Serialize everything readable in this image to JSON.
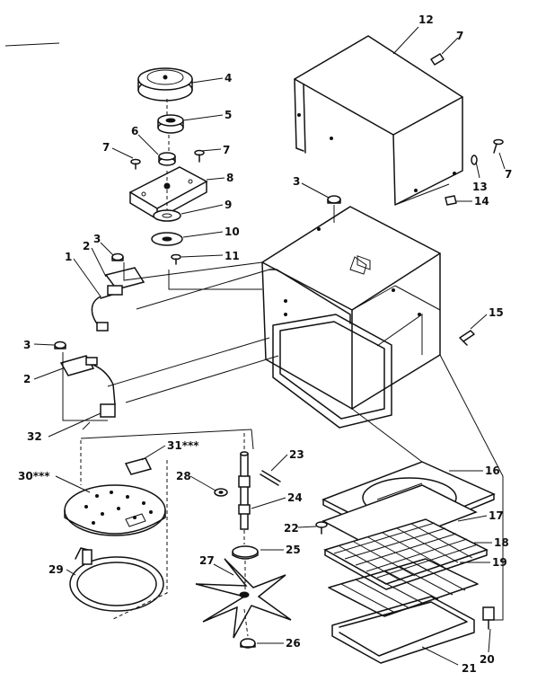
{
  "callouts": [
    {
      "id": "c4",
      "text": "4"
    },
    {
      "id": "c5",
      "text": "5"
    },
    {
      "id": "c6",
      "text": "6"
    },
    {
      "id": "c7a",
      "text": "7"
    },
    {
      "id": "c7b",
      "text": "7"
    },
    {
      "id": "c7c",
      "text": "7"
    },
    {
      "id": "c7d",
      "text": "7"
    },
    {
      "id": "c8",
      "text": "8"
    },
    {
      "id": "c9",
      "text": "9"
    },
    {
      "id": "c10",
      "text": "10"
    },
    {
      "id": "c11",
      "text": "11"
    },
    {
      "id": "c12",
      "text": "12"
    },
    {
      "id": "c13",
      "text": "13"
    },
    {
      "id": "c14",
      "text": "14"
    },
    {
      "id": "c3a",
      "text": "3"
    },
    {
      "id": "c3b",
      "text": "3"
    },
    {
      "id": "c3c",
      "text": "3"
    },
    {
      "id": "c1",
      "text": "1"
    },
    {
      "id": "c2a",
      "text": "2"
    },
    {
      "id": "c2b",
      "text": "2"
    },
    {
      "id": "c15",
      "text": "15"
    },
    {
      "id": "c32",
      "text": "32"
    },
    {
      "id": "c31",
      "text": "31***"
    },
    {
      "id": "c30",
      "text": "30***"
    },
    {
      "id": "c23",
      "text": "23"
    },
    {
      "id": "c28a",
      "text": "28"
    },
    {
      "id": "c24",
      "text": "24"
    },
    {
      "id": "c16",
      "text": "16"
    },
    {
      "id": "c22",
      "text": "22"
    },
    {
      "id": "c17",
      "text": "17"
    },
    {
      "id": "c25",
      "text": "25"
    },
    {
      "id": "c18",
      "text": "18"
    },
    {
      "id": "c27",
      "text": "27"
    },
    {
      "id": "c19",
      "text": "19"
    },
    {
      "id": "c29",
      "text": "29"
    },
    {
      "id": "c26",
      "text": "26"
    },
    {
      "id": "c20",
      "text": "20"
    },
    {
      "id": "c21",
      "text": "21"
    }
  ]
}
